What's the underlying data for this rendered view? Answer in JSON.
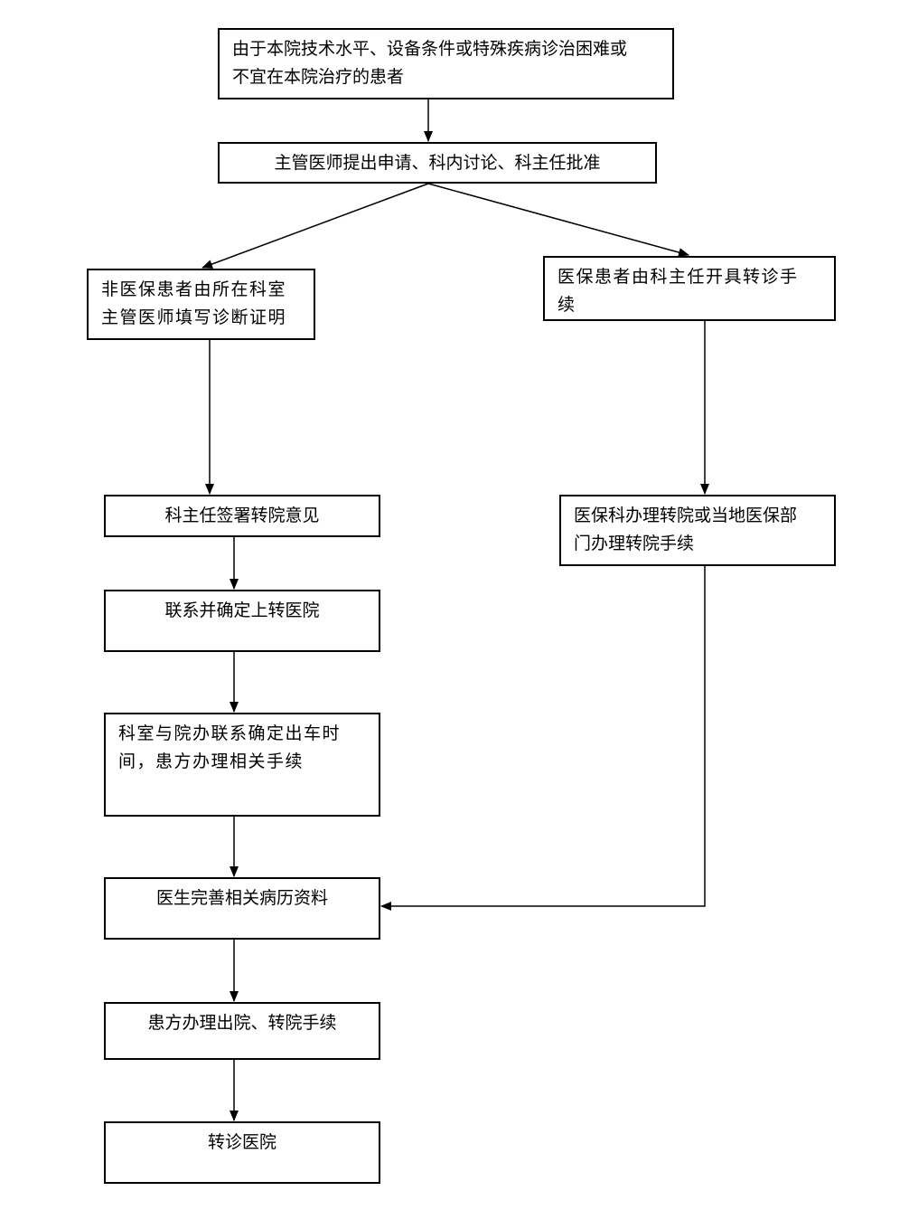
{
  "flowchart": {
    "nodes": {
      "cannot_treat": "由于本院技术水平、设备条件或特殊疾病诊治困难或\n不宜在本院治疗的患者",
      "apply_approve": "主管医师提出申请、科内讨论、科主任批准",
      "non_insured": "非医保患者由所在科室\n主管医师填写诊断证明",
      "insured": "医保患者由科主任开具转诊手\n续",
      "director_sign": "科主任签署转院意见",
      "insurance_dept": "医保科办理转院或当地医保部\n门办理转院手续",
      "contact_hospital": "联系并确定上转医院",
      "arrange_vehicle": "科室与院办联系确定出车时\n间，患方办理相关手续",
      "complete_records": "医生完善相关病历资料",
      "discharge": "患方办理出院、转院手续",
      "receiving_hospital": "转诊医院"
    },
    "edges": [
      {
        "from": "cannot_treat",
        "to": "apply_approve"
      },
      {
        "from": "apply_approve",
        "to": "non_insured"
      },
      {
        "from": "apply_approve",
        "to": "insured"
      },
      {
        "from": "non_insured",
        "to": "director_sign"
      },
      {
        "from": "insured",
        "to": "insurance_dept"
      },
      {
        "from": "director_sign",
        "to": "contact_hospital"
      },
      {
        "from": "contact_hospital",
        "to": "arrange_vehicle"
      },
      {
        "from": "arrange_vehicle",
        "to": "complete_records"
      },
      {
        "from": "insurance_dept",
        "to": "complete_records"
      },
      {
        "from": "complete_records",
        "to": "discharge"
      },
      {
        "from": "discharge",
        "to": "receiving_hospital"
      }
    ],
    "colors": {
      "line": "#000000",
      "box_border": "#000000",
      "background": "#ffffff",
      "text": "#000000"
    }
  }
}
